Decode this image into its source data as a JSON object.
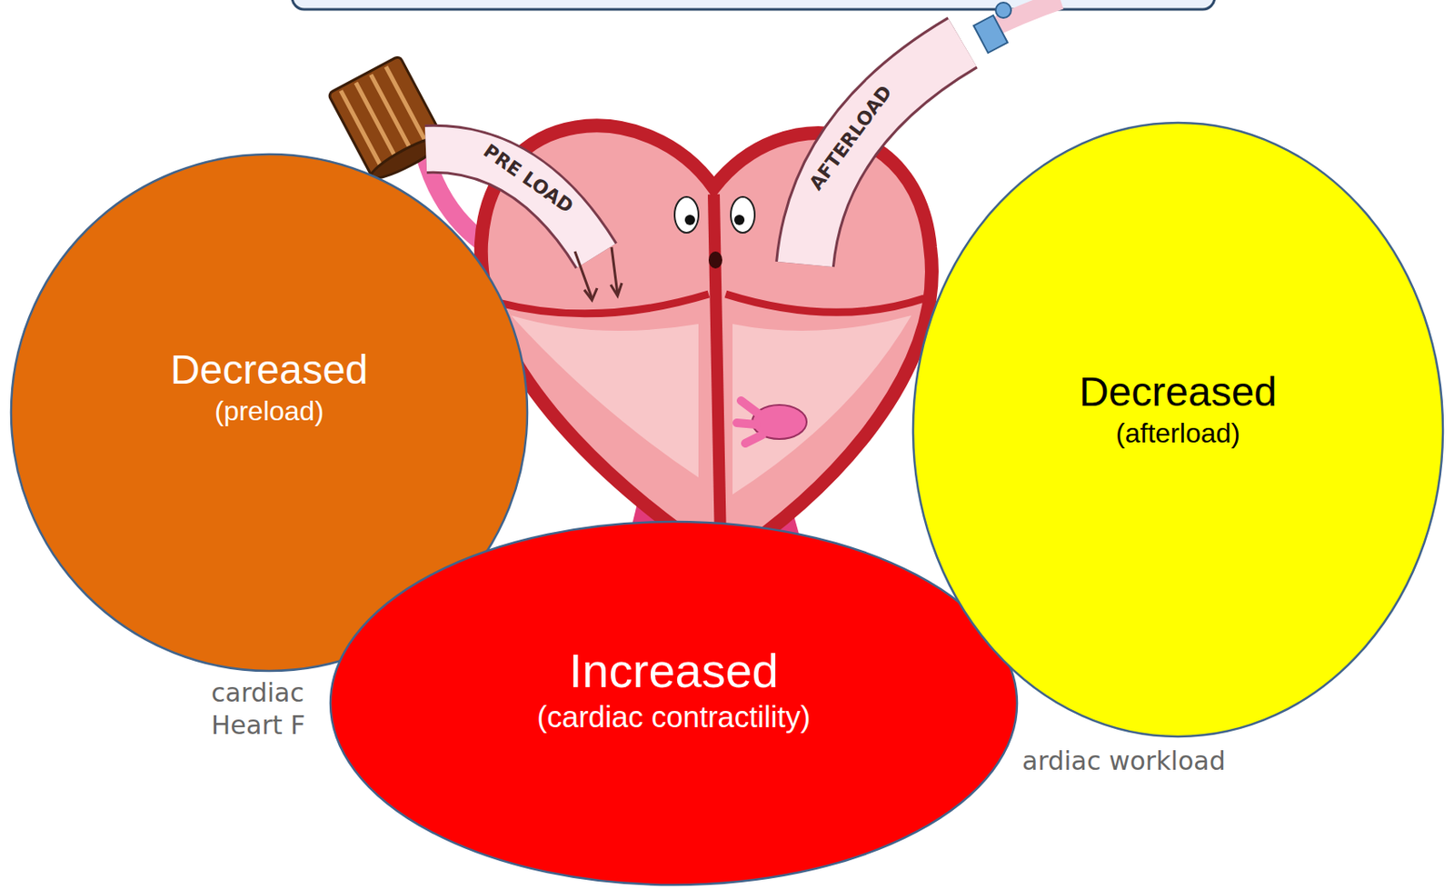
{
  "diagram": {
    "nodes": [
      {
        "text": [
          "Decreased",
          "(preload)"
        ]
      },
      {
        "text": [
          "Increased",
          "(cardiac contractility)"
        ]
      },
      {
        "text": [
          "Decreased",
          "(afterload)"
        ]
      }
    ],
    "labels": [
      "PRE LOAD",
      "AFTERLOAD",
      "cardiac",
      "Heart F",
      "ardiac workload"
    ]
  }
}
